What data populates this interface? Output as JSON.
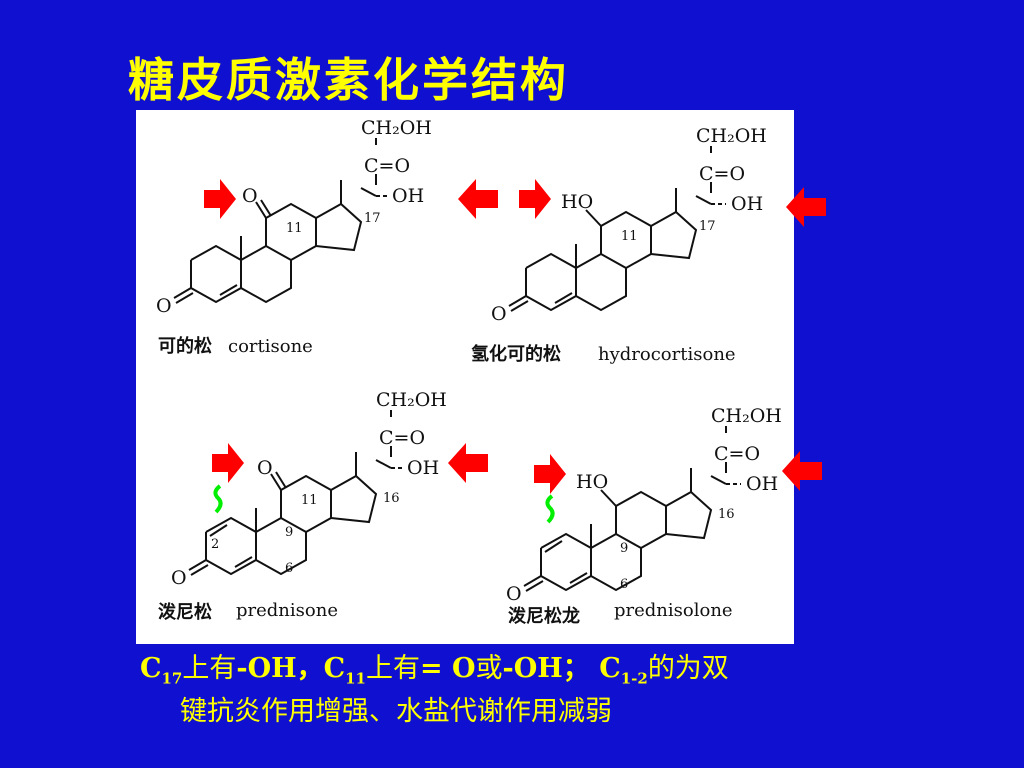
{
  "slide": {
    "title": "糖皮质激素化学结构"
  },
  "structures": [
    {
      "caption_cn": "可的松",
      "caption_en": "cortisone",
      "substituent_top": "CH₂OH",
      "ketone": "C=O",
      "c11_group": "O",
      "c17_group": "OH",
      "c3_group": "O",
      "num_a": "11",
      "num_b": "17"
    },
    {
      "caption_cn": "氢化可的松",
      "caption_en": "hydrocortisone",
      "substituent_top": "CH₂OH",
      "ketone": "C=O",
      "c11_group": "HO",
      "c17_group": "OH",
      "c3_group": "O",
      "num_a": "11",
      "num_b": "17"
    },
    {
      "caption_cn": "泼尼松",
      "caption_en": "prednisone",
      "substituent_top": "CH₂OH",
      "ketone": "C=O",
      "c11_group": "O",
      "c17_group": "OH",
      "c3_group": "O",
      "num_a": "11",
      "num_b": "16",
      "num_c": "2",
      "num_d": "9",
      "num_e": "6"
    },
    {
      "caption_cn": "泼尼松龙",
      "caption_en": "prednisolone",
      "substituent_top": "CH₂OH",
      "ketone": "C=O",
      "c11_group": "HO",
      "c17_group": "OH",
      "c3_group": "O",
      "num_b": "16",
      "num_d": "9",
      "num_e": "6"
    }
  ],
  "note": {
    "c17": "C",
    "c17_sub": "17",
    "part1": "上有",
    "oh1": "-OH，",
    "c11": "C",
    "c11_sub": "11",
    "part2": "上有",
    "eq_o": "= O",
    "or": "或",
    "oh2": "-OH；",
    "c12": "C",
    "c12_sub": "1-2",
    "part3": "的为双",
    "line2": "键抗炎作用增强、水盐代谢作用减弱"
  },
  "colors": {
    "background": "#1010d0",
    "title": "#ffff00",
    "arrow": "#ff0000",
    "curl": "#00ff00"
  },
  "icons": [
    "red-arrow-icon",
    "green-curl-icon"
  ]
}
